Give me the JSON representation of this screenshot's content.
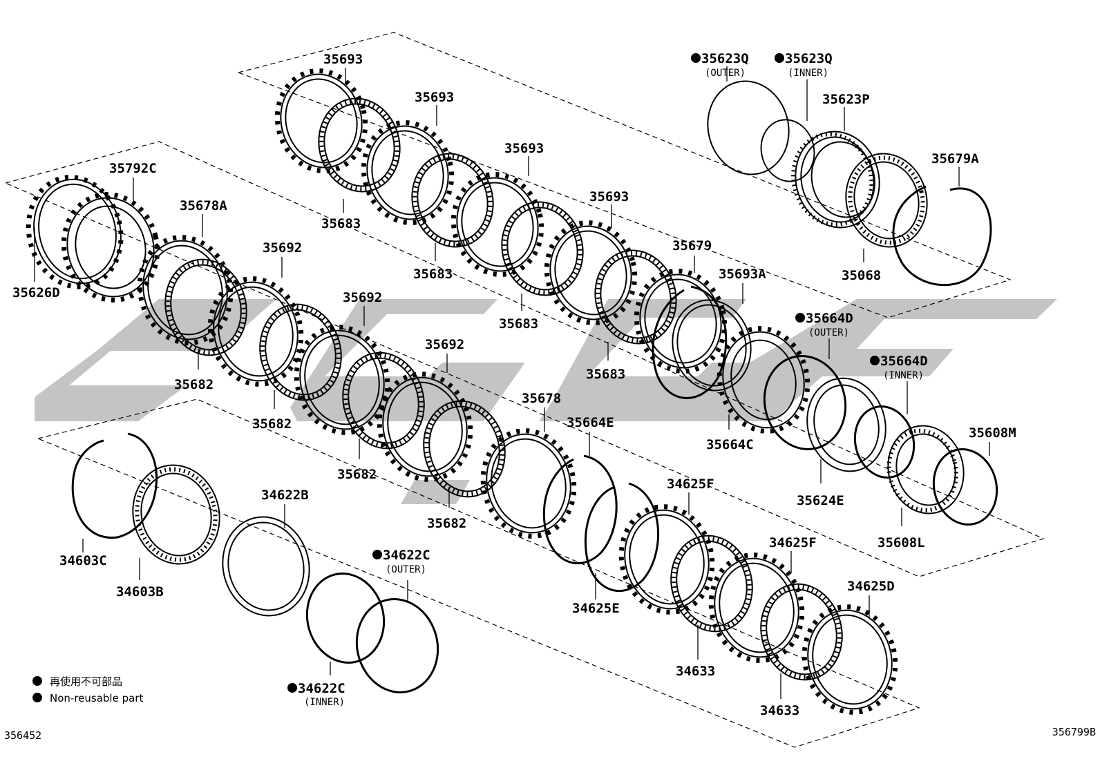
{
  "labels": {
    "p35693_1": "35693",
    "p35693_2": "35693",
    "p35693_3": "35693",
    "p35693_4": "35693",
    "p35683_1": "35683",
    "p35683_2": "35683",
    "p35683_3": "35683",
    "p35683_4": "35683",
    "p35623Q_outer": "35623Q",
    "p35623Q_inner": "35623Q",
    "p35623P": "35623P",
    "p35679A": "35679A",
    "p35068": "35068",
    "p35792C": "35792C",
    "p35678A": "35678A",
    "p35626D": "35626D",
    "p35692_1": "35692",
    "p35692_2": "35692",
    "p35692_3": "35692",
    "p35682_1": "35682",
    "p35682_2": "35682",
    "p35682_3": "35682",
    "p35682_4": "35682",
    "p35679": "35679",
    "p35693A": "35693A",
    "p35664D_outer": "35664D",
    "p35664D_inner": "35664D",
    "p35664C": "35664C",
    "p35624E": "35624E",
    "p35608M": "35608M",
    "p35608L": "35608L",
    "p35678": "35678",
    "p35664E": "35664E",
    "p34625F_1": "34625F",
    "p34625F_2": "34625F",
    "p34625E": "34625E",
    "p34625D": "34625D",
    "p34633_1": "34633",
    "p34633_2": "34633",
    "p34622B": "34622B",
    "p34622C_outer": "34622C",
    "p34622C_inner": "34622C",
    "p34603C": "34603C",
    "p34603B": "34603B"
  },
  "sublabels": {
    "outer": "(OUTER)",
    "inner": "(INNER)"
  },
  "legend": {
    "line_jp": "再使用不可部品",
    "line_en": "Non-reusable part"
  },
  "codes": {
    "left": "356452",
    "right": "356799B"
  }
}
